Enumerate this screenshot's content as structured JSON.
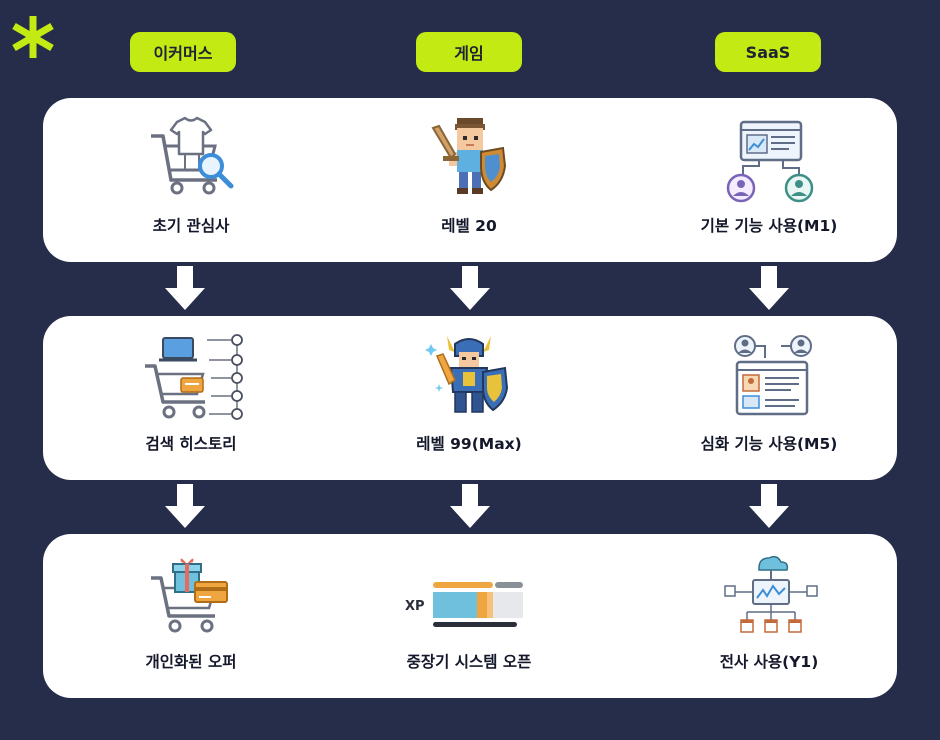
{
  "colors": {
    "background": "#262d4a",
    "accent": "#c3ea12",
    "card": "#ffffff"
  },
  "decoration": {
    "icon": "asterisk-icon"
  },
  "columns": [
    {
      "header": "이커머스"
    },
    {
      "header": "게임"
    },
    {
      "header": "SaaS"
    }
  ],
  "stages": [
    {
      "items": [
        {
          "label": "초기 관심사",
          "icon": "shopping-cart-search-icon"
        },
        {
          "label": "레벨 20",
          "icon": "pixel-knight-icon"
        },
        {
          "label": "기본 기능 사용(M1)",
          "icon": "dashboard-users-icon"
        }
      ]
    },
    {
      "items": [
        {
          "label": "검색 히스토리",
          "icon": "cart-history-icon"
        },
        {
          "label": "레벨 99(Max)",
          "icon": "armored-hero-icon"
        },
        {
          "label": "심화 기능 사용(M5)",
          "icon": "user-profile-window-icon"
        }
      ]
    },
    {
      "items": [
        {
          "label": "개인화된 오퍼",
          "icon": "cart-gift-card-icon"
        },
        {
          "label": "중장기 시스템 오픈",
          "icon": "xp-bar-icon",
          "xp_text": "XP"
        },
        {
          "label": "전사 사용(Y1)",
          "icon": "cloud-network-icon"
        }
      ]
    }
  ]
}
